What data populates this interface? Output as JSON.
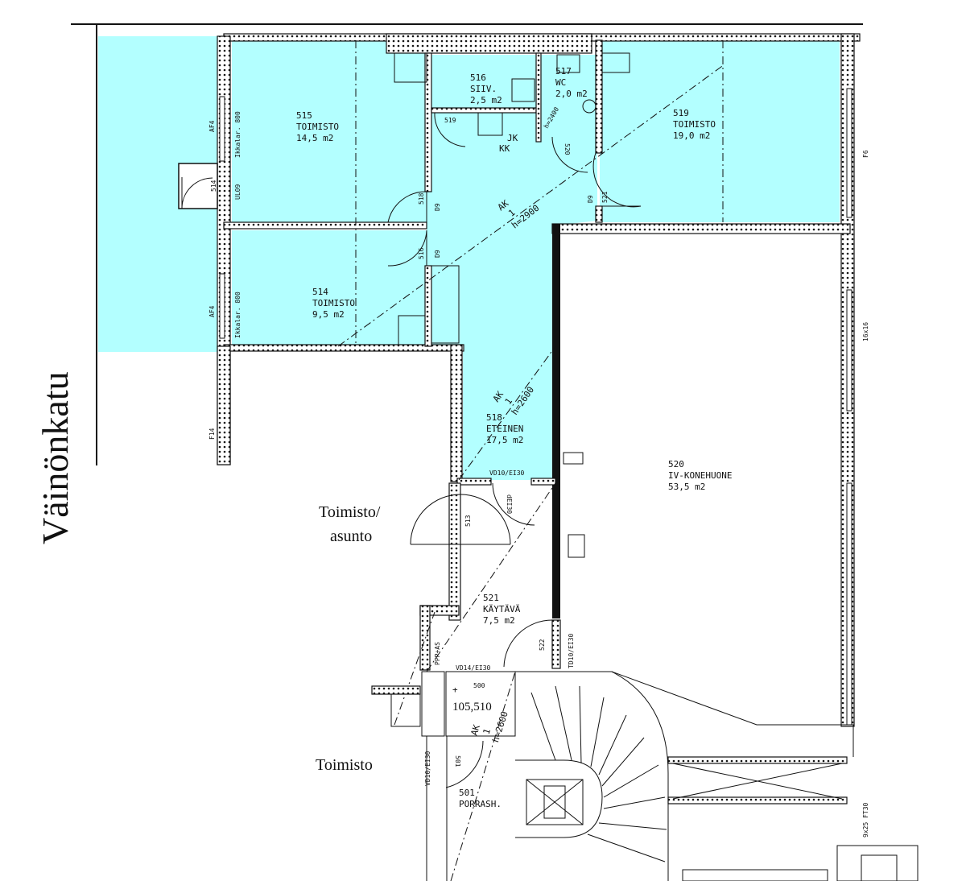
{
  "colors": {
    "room_fill": "#b3ffff",
    "wall": "#111111",
    "background": "#ffffff"
  },
  "street_name": "Väinönkatu",
  "rooms": {
    "r515": {
      "number": "515",
      "name": "TOIMISTO",
      "area": "14,5 m2"
    },
    "r516": {
      "number": "516",
      "name": "SIIV.",
      "area": "2,5 m2"
    },
    "r517": {
      "number": "517",
      "name": "WC",
      "area": "2,0 m2"
    },
    "r519": {
      "number": "519",
      "name": "TOIMISTO",
      "area": "19,0 m2"
    },
    "r514": {
      "number": "514",
      "name": "TOIMISTO",
      "area": "9,5 m2"
    },
    "r518": {
      "number": "518",
      "name": "ETEINEN",
      "area": "17,5 m2"
    },
    "r520": {
      "number": "520",
      "name": "IV-KONEHUONE",
      "area": "53,5 m2"
    },
    "r521": {
      "number": "521",
      "name": "KÄYTÄVÄ",
      "area": "7,5 m2"
    },
    "r501": {
      "number": "501",
      "name": "PORRASH."
    }
  },
  "annotations": {
    "ak1": {
      "label": "AK",
      "sub": "1",
      "height": "h=2900"
    },
    "ak2": {
      "label": "AK",
      "sub": "1",
      "height": "h=2600"
    },
    "ak3": {
      "label": "AK",
      "sub": "1",
      "height": "h=2600"
    },
    "wc_height": "h=2400",
    "jk": "JK",
    "kk": "KK",
    "level": "105,510",
    "plus": "+",
    "p500": "500",
    "door_vd10": "VD10/EI30",
    "door_vd14": "VD14/EI30",
    "door_td10": "TD10/EI30",
    "ppp_as": "PPP+AS",
    "af4_a": "AF4",
    "af4_b": "AF4",
    "f14": "F14",
    "f6": "F6",
    "ikk_a": "Ikkalar. 800",
    "ikk_b": "Ikkalar. 800",
    "f9x25": "9x25 FT30",
    "dim16x16": "16x16",
    "d9": "D9",
    "door_519": "519",
    "door_516": "516",
    "door_518": "518",
    "door_520": "520",
    "door_521": "521",
    "door_513": "513",
    "door_522": "522",
    "door_514": "514",
    "door_501": "501",
    "ul09": "UL09",
    "ei30": "dEI30"
  },
  "legend": {
    "toimisto_asunto_1": "Toimisto/",
    "toimisto_asunto_2": "asunto",
    "toimisto": "Toimisto"
  }
}
